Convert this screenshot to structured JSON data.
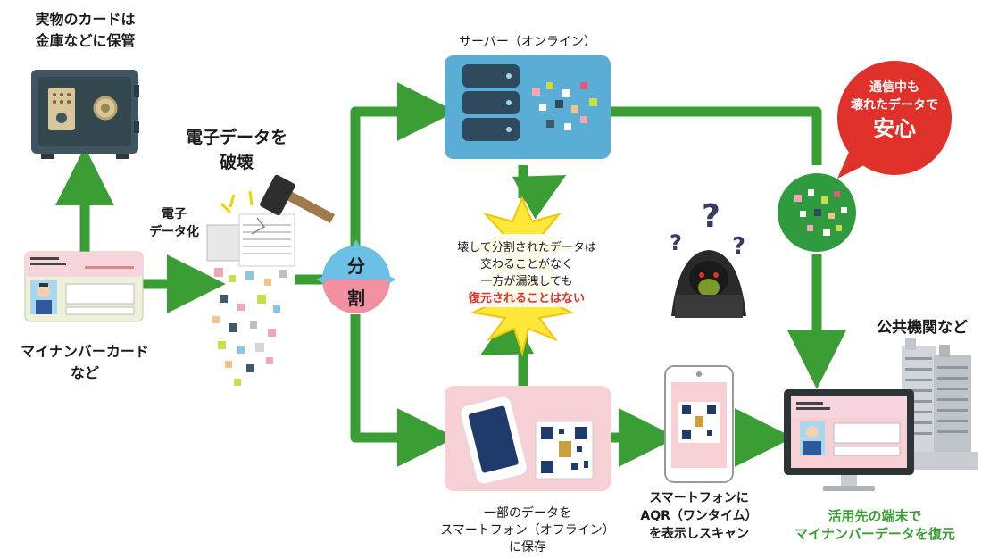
{
  "safe_caption": [
    "実物のカードは",
    "金庫などに保管"
  ],
  "destroy_caption": [
    "電子データを",
    "破壊"
  ],
  "digitize_label": [
    "電子",
    "データ化"
  ],
  "card_caption": [
    "マイナンバーカード",
    "など"
  ],
  "split_badge": [
    "分",
    "割"
  ],
  "server_label": "サーバー（オンライン）",
  "center_note": [
    "壊して分割されたデータは",
    "交わることがなく",
    "一方が漏洩しても"
  ],
  "center_note_emphasis": "復元されることはない",
  "bubble_text": [
    "通信中も",
    "壊れたデータで"
  ],
  "bubble_emphasis": "安心",
  "public_label": "公共機関など",
  "phone_caption": [
    "一部のデータを",
    "スマートフォン（オフライン）",
    "に保存"
  ],
  "scan_caption": [
    "スマートフォンに",
    "AQR（ワンタイム）",
    "を表示しスキャン"
  ],
  "result_caption": [
    "活用先の端末で",
    "マイナンバーデータを復元"
  ],
  "colors": {
    "arrow": "#3a9e34",
    "server_box": "#5aaed6",
    "phone_box": "#f7d0d6",
    "bubble": "#e0302a",
    "result_text": "#3a9e34",
    "emphasis_text": "#e0302a",
    "badge_top": "#6cc0e4",
    "badge_bottom": "#f28fa0"
  },
  "icons": [
    "safe-icon",
    "hammer-icon",
    "database-icon",
    "hacker-icon",
    "smartphone-icon",
    "qr-code-icon",
    "monitor-icon",
    "building-icon",
    "data-ball-icon"
  ]
}
